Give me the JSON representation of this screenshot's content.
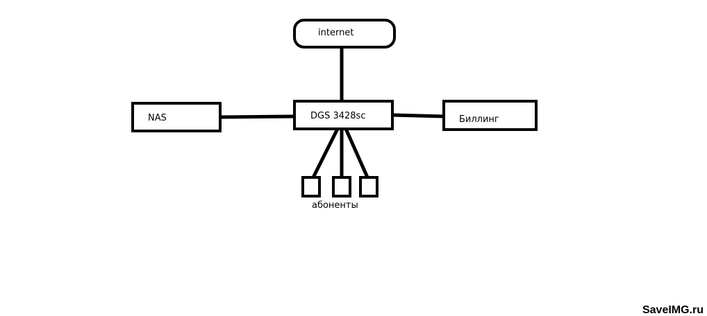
{
  "nodes": {
    "internet": "internet",
    "switch": "DGS 3428sc",
    "nas": "NAS",
    "billing": "Биллинг",
    "subscribers": "абоненты"
  },
  "watermark": "SaveIMG.ru",
  "colors": {
    "stroke": "#000000",
    "background": "#ffffff"
  }
}
